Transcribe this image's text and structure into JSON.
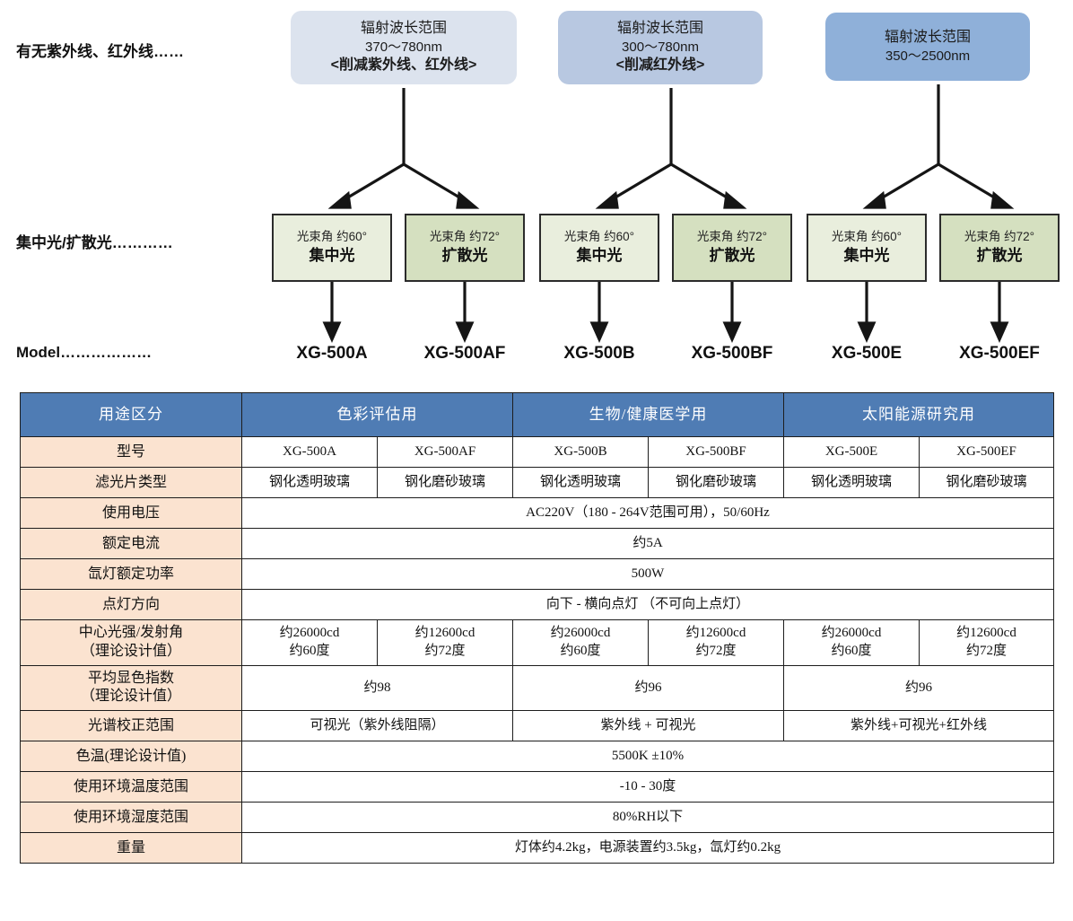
{
  "diagram": {
    "row_labels": {
      "uv_ir": "有无紫外线、红外线……",
      "beam": "集中光/扩散光…………",
      "model": "Model………………"
    },
    "wavelength_boxes": [
      {
        "title": "辐射波长范围",
        "range": "370～780nm",
        "note": "<削减紫外线、红外线>",
        "color": "#dce3ee"
      },
      {
        "title": "辐射波长范围",
        "range": "300～780nm",
        "note": "<削减红外线>",
        "color": "#b8c8e1"
      },
      {
        "title": "辐射波长范围",
        "range": "350～2500nm",
        "note": "",
        "color": "#8fb0d9"
      }
    ],
    "beam_boxes": [
      {
        "angle": "光束角 约60°",
        "type": "集中光",
        "color": "#e9eedd"
      },
      {
        "angle": "光束角 约72°",
        "type": "扩散光",
        "color": "#d5e0c0"
      },
      {
        "angle": "光束角 约60°",
        "type": "集中光",
        "color": "#e9eedd"
      },
      {
        "angle": "光束角 约72°",
        "type": "扩散光",
        "color": "#d5e0c0"
      },
      {
        "angle": "光束角 约60°",
        "type": "集中光",
        "color": "#e9eedd"
      },
      {
        "angle": "光束角 约72°",
        "type": "扩散光",
        "color": "#d5e0c0"
      }
    ],
    "models": [
      "XG-500A",
      "XG-500AF",
      "XG-500B",
      "XG-500BF",
      "XG-500E",
      "XG-500EF"
    ]
  },
  "table": {
    "header": {
      "label": "用途区分",
      "groups": [
        "色彩评估用",
        "生物/健康医学用",
        "太阳能源研究用"
      ]
    },
    "rows": [
      {
        "label": "型号",
        "cells": [
          "XG-500A",
          "XG-500AF",
          "XG-500B",
          "XG-500BF",
          "XG-500E",
          "XG-500EF"
        ]
      },
      {
        "label": "滤光片类型",
        "cells": [
          "钢化透明玻璃",
          "钢化磨砂玻璃",
          "钢化透明玻璃",
          "钢化磨砂玻璃",
          "钢化透明玻璃",
          "钢化磨砂玻璃"
        ]
      },
      {
        "label": "使用电压",
        "cells": [
          "AC220V（180 - 264V范围可用），50/60Hz"
        ]
      },
      {
        "label": "额定电流",
        "cells": [
          "约5A"
        ]
      },
      {
        "label": "氙灯额定功率",
        "cells": [
          "500W"
        ]
      },
      {
        "label": "点灯方向",
        "cells": [
          "向下 - 横向点灯 （不可向上点灯）"
        ]
      },
      {
        "label": "中心光强/发射角\n（理论设计值）",
        "label_line1": "中心光强/发射角",
        "label_line2": "（理论设计值）",
        "cells": [
          "约26000cd\n约60度",
          "约12600cd\n约72度",
          "约26000cd\n约60度",
          "约12600cd\n约72度",
          "约26000cd\n约60度",
          "约12600cd\n约72度"
        ]
      },
      {
        "label": "平均显色指数\n（理论设计值）",
        "label_line1": "平均显色指数",
        "label_line2": "（理论设计值）",
        "cells": [
          "约98",
          "约96",
          "约96"
        ]
      },
      {
        "label": "光谱校正范围",
        "cells": [
          "可视光（紫外线阻隔）",
          "紫外线 + 可视光",
          "紫外线+可视光+红外线"
        ]
      },
      {
        "label": "色温(理论设计值)",
        "cells": [
          "5500K ±10%"
        ]
      },
      {
        "label": "使用环境温度范围",
        "cells": [
          "-10 - 30度"
        ]
      },
      {
        "label": "使用环境湿度范围",
        "cells": [
          "80%RH以下"
        ]
      },
      {
        "label": "重量",
        "cells": [
          "灯体约4.2kg，电源装置约3.5kg，氙灯约0.2kg"
        ]
      }
    ]
  },
  "colors": {
    "header_blue": "#4f7cb4",
    "row_label_beige": "#fbe3d0",
    "border": "#1d1d1d"
  }
}
